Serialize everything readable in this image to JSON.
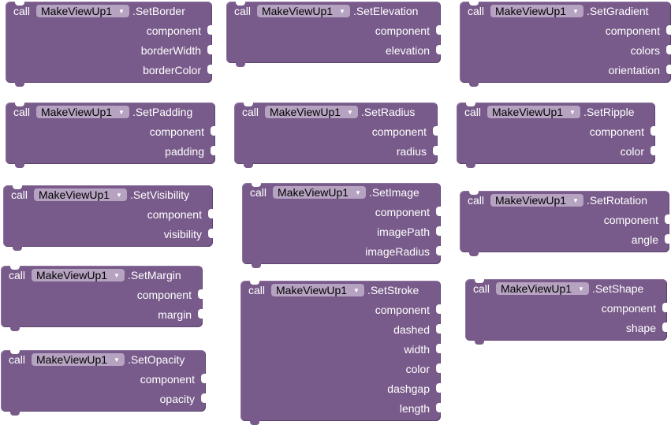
{
  "keyword": "call",
  "component": "MakeViewUp1",
  "blocks": [
    {
      "id": "setborder",
      "method": ".SetBorder",
      "params": [
        "component",
        "borderWidth",
        "borderColor"
      ]
    },
    {
      "id": "setelevation",
      "method": ".SetElevation",
      "params": [
        "component",
        "elevation"
      ]
    },
    {
      "id": "setgradient",
      "method": ".SetGradient",
      "params": [
        "component",
        "colors",
        "orientation"
      ]
    },
    {
      "id": "setpadding",
      "method": ".SetPadding",
      "params": [
        "component",
        "padding"
      ]
    },
    {
      "id": "setradius",
      "method": ".SetRadius",
      "params": [
        "component",
        "radius"
      ]
    },
    {
      "id": "setripple",
      "method": ".SetRipple",
      "params": [
        "component",
        "color"
      ]
    },
    {
      "id": "setvisibility",
      "method": ".SetVisibility",
      "params": [
        "component",
        "visibility"
      ]
    },
    {
      "id": "setimage",
      "method": ".SetImage",
      "params": [
        "component",
        "imagePath",
        "imageRadius"
      ]
    },
    {
      "id": "setrotation",
      "method": ".SetRotation",
      "params": [
        "component",
        "angle"
      ]
    },
    {
      "id": "setmargin",
      "method": ".SetMargin",
      "params": [
        "component",
        "margin"
      ]
    },
    {
      "id": "setstroke",
      "method": ".SetStroke",
      "params": [
        "component",
        "dashed",
        "width",
        "color",
        "dashgap",
        "length"
      ]
    },
    {
      "id": "setshape",
      "method": ".SetShape",
      "params": [
        "component",
        "shape"
      ]
    },
    {
      "id": "setopacity",
      "method": ".SetOpacity",
      "params": [
        "component",
        "opacity"
      ]
    }
  ],
  "colors": {
    "block": "#785b8a",
    "dropdown": "#b6a3c1"
  }
}
